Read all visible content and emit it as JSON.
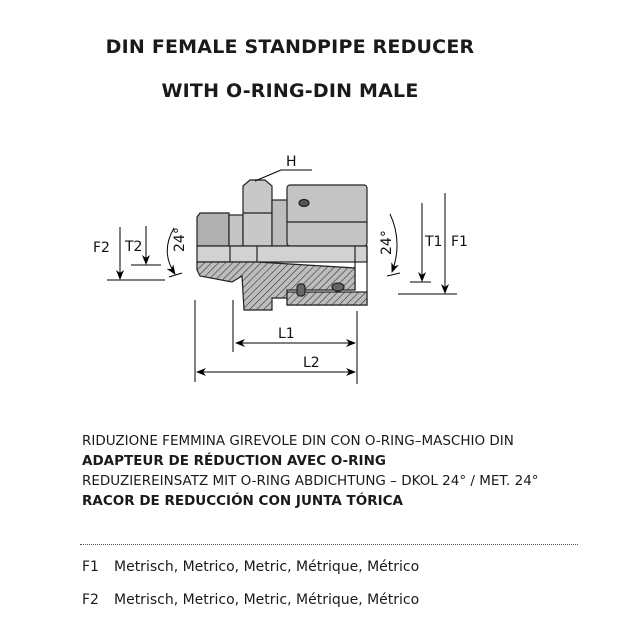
{
  "title": {
    "line1": "DIN FEMALE STANDPIPE REDUCER",
    "line2": "WITH O-RING-DIN MALE"
  },
  "drawing": {
    "labels": {
      "h": "H",
      "f1": "F1",
      "f2": "F2",
      "t1": "T1",
      "t2": "T2",
      "l1": "L1",
      "l2": "L2",
      "angle_left": "24°",
      "angle_right": "24°"
    }
  },
  "descriptions": [
    "RIDUZIONE FEMMINA GIREVOLE DIN CON O-RING–MASCHIO DIN",
    "ADAPTEUR DE RÉDUCTION AVEC O-RING",
    "REDUZIEREINSATZ MIT O-RING ABDICHTUNG – DKOL 24° / MET. 24°",
    "RACOR DE REDUCCIÓN CON JUNTA TÓRICA"
  ],
  "legend": [
    {
      "key": "F1",
      "value": "Metrisch, Metrico, Metric, Métrique, Métrico"
    },
    {
      "key": "F2",
      "value": "Metrisch, Metrico, Metric, Métrique, Métrico"
    }
  ]
}
